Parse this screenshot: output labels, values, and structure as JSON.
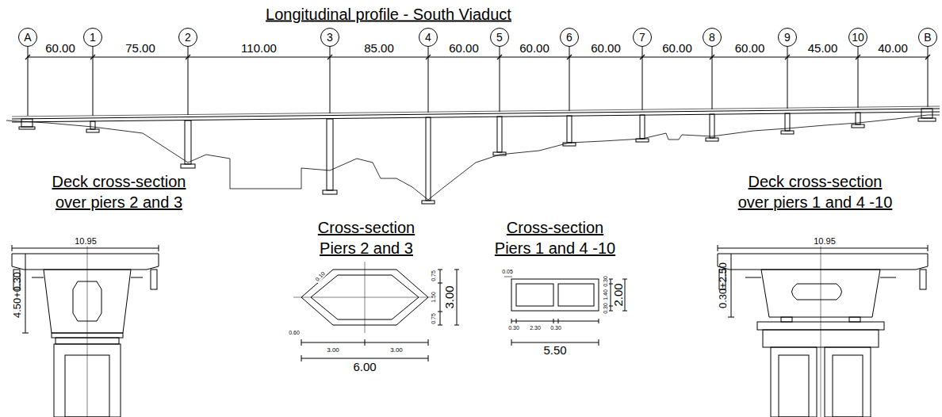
{
  "diagram": {
    "title": "Longitudinal profile - South Viaduct",
    "nodes": [
      {
        "text": [
          "A"
        ]
      },
      {
        "text": [
          "1"
        ]
      },
      {
        "text": [
          "2"
        ]
      },
      {
        "text": [
          "3"
        ]
      },
      {
        "text": [
          "4"
        ]
      },
      {
        "text": [
          "5"
        ]
      },
      {
        "text": [
          "6"
        ]
      },
      {
        "text": [
          "7"
        ]
      },
      {
        "text": [
          "8"
        ]
      },
      {
        "text": [
          "9"
        ]
      },
      {
        "text": [
          "10"
        ]
      },
      {
        "text": [
          "B"
        ]
      }
    ],
    "labels": [
      "60.00",
      "75.00",
      "110.00",
      "85.00",
      "60.00",
      "60.00",
      "60.00",
      "60.00",
      "60.00",
      "45.00",
      "40.00",
      "Deck cross-section over piers 2 and 3",
      "Cross-section Piers 2 and 3",
      "Cross-section Piers 1 and 4 -10",
      "Deck cross-section over piers 1 and 4 -10",
      "10.95",
      "4.50+0.30",
      "0.10",
      "0.75",
      "1.50",
      "0.75",
      "3.00",
      "0.60",
      "3.00",
      "3.00",
      "6.00",
      "0.05",
      "0.30",
      "1.40",
      "0.30",
      "2.00",
      "0.30",
      "2.30",
      "0.30",
      "5.50",
      "10.95",
      "0.30+2.50"
    ]
  }
}
